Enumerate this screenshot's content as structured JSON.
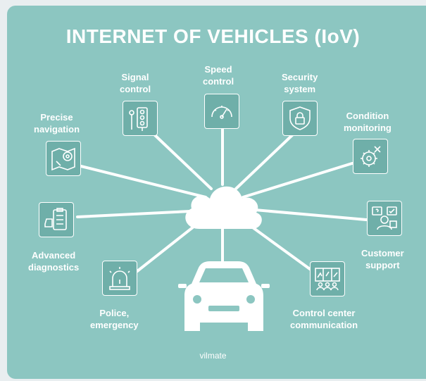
{
  "title": "INTERNET OF VEHICLES (IoV)",
  "brand": "vilmate",
  "colors": {
    "background": "#8cc6c1",
    "icon_fill": "#6fafa9",
    "line": "#ffffff"
  },
  "nodes": [
    {
      "id": "precise-navigation",
      "label_line1": "Precise",
      "label_line2": "navigation",
      "icon": "map-pin-icon"
    },
    {
      "id": "signal-control",
      "label_line1": "Signal",
      "label_line2": "control",
      "icon": "traffic-light-icon"
    },
    {
      "id": "speed-control",
      "label_line1": "Speed",
      "label_line2": "control",
      "icon": "speedometer-icon"
    },
    {
      "id": "security-system",
      "label_line1": "Security",
      "label_line2": "system",
      "icon": "shield-lock-icon"
    },
    {
      "id": "condition-monitoring",
      "label_line1": "Condition",
      "label_line2": "monitoring",
      "icon": "gear-wrench-icon"
    },
    {
      "id": "advanced-diagnostics",
      "label_line1": "Advanced",
      "label_line2": "diagnostics",
      "icon": "clipboard-car-icon"
    },
    {
      "id": "customer-support",
      "label_line1": "Customer",
      "label_line2": "support",
      "icon": "support-agent-icon"
    },
    {
      "id": "police-emergency",
      "label_line1": "Police,",
      "label_line2": "emergency",
      "icon": "siren-icon"
    },
    {
      "id": "control-center",
      "label_line1": "Control center",
      "label_line2": "communication",
      "icon": "control-room-icon"
    }
  ],
  "hub": {
    "icon": "cloud-icon"
  },
  "vehicle": {
    "icon": "car-icon"
  }
}
